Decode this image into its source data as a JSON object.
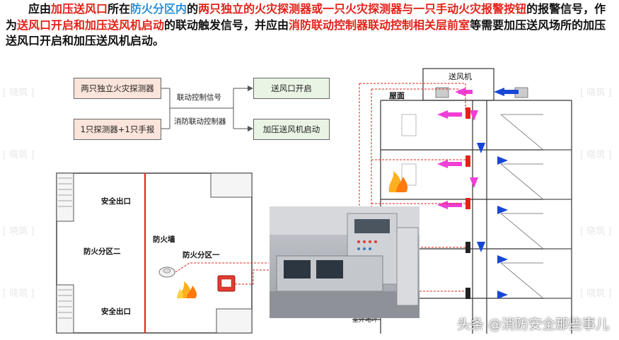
{
  "paragraph": {
    "s1": "应由",
    "s2": "加压送风口",
    "s3": "所在",
    "s4": "防火分区内",
    "s5": "的",
    "s6": "两只独立的火灾探测器或一只火灾探测器与一只手动火灾报警按钮",
    "s7": "的报警信号，作为",
    "s8": "送风口开启和加压送风机启动",
    "s9": "的联动触发信号，并应由",
    "s10": "消防联动控制器联动控制相关层前室",
    "s11": "等需要加压送风场所的加压送风口开启和加压送风机启动。"
  },
  "flowchart": {
    "input1": "两只独立火灾探测器",
    "input2": "1只探测器+1只手报",
    "signal_label": "联动控制信号",
    "controller_label": "消防联动控制器",
    "output1": "送风口开启",
    "output2": "加压送风机启动"
  },
  "floorplan": {
    "exit_top": "安全出口",
    "zone2": "防火分区二",
    "firewall": "防火墙",
    "zone1": "防火分区一",
    "exit_bottom": "安全出口"
  },
  "building": {
    "fan_label": "送风机",
    "roof_label": "屋面",
    "ground_label": "室外地坪"
  },
  "watermark": "[ 晓筑 ]",
  "credit": "头条 @消防安全那些事儿",
  "colors": {
    "red": "#e2231a",
    "blue": "#2b8fd6",
    "magenta": "#ee3fd6",
    "arrow_blue": "#1747d6"
  }
}
